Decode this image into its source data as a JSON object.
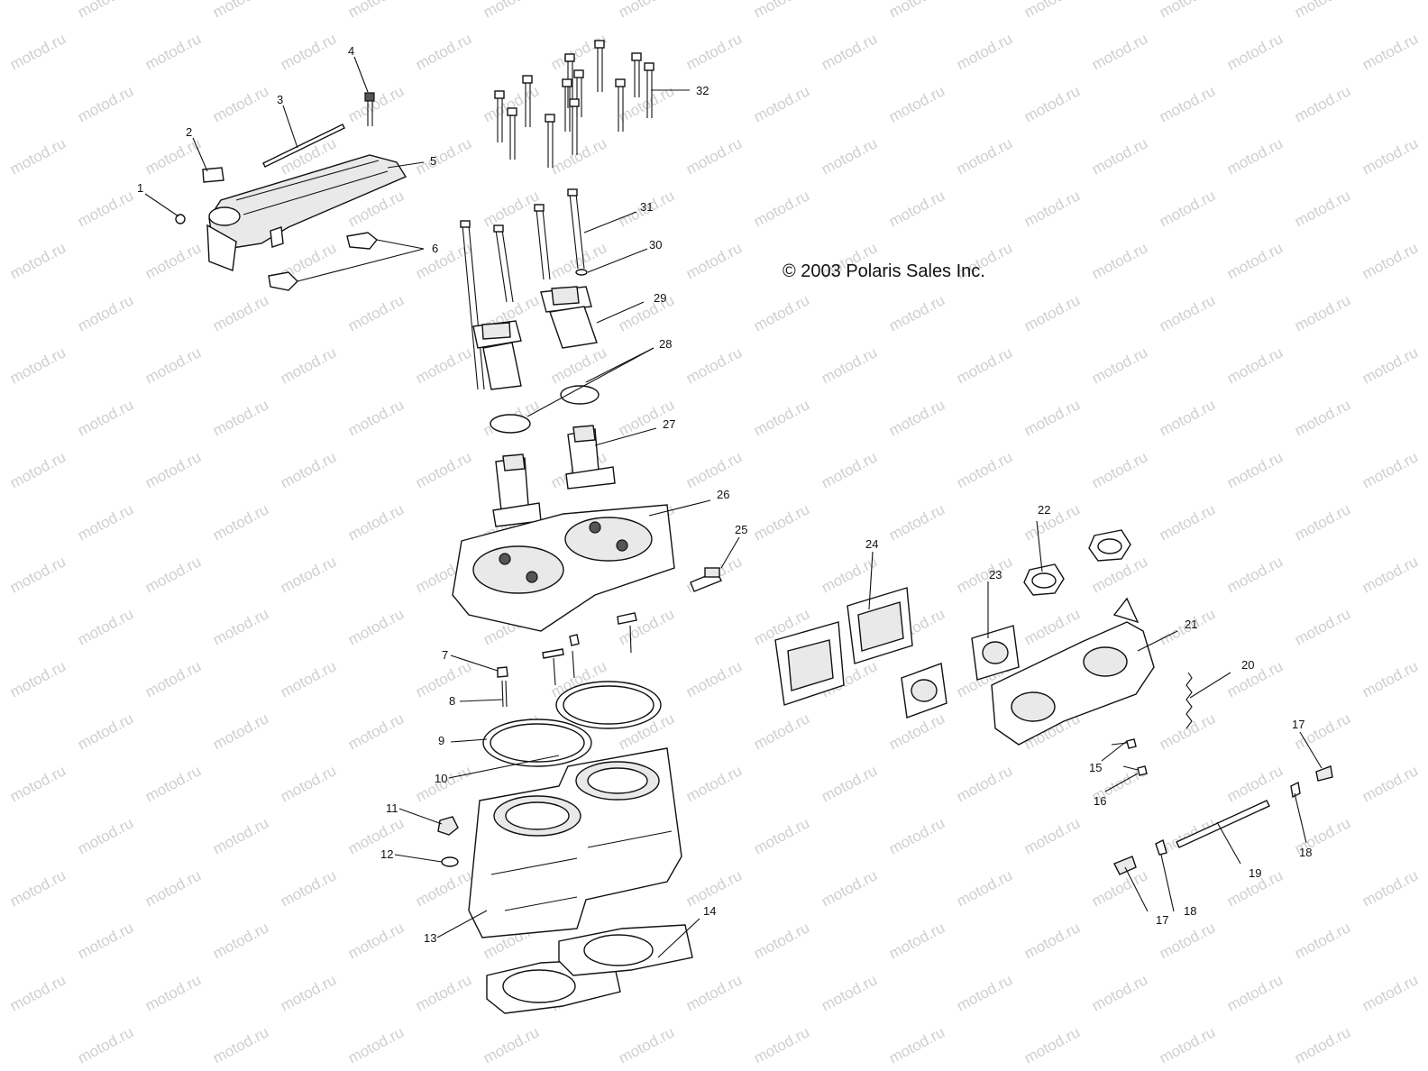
{
  "watermark": "motod.ru",
  "copyright": "© 2003 Polaris Sales Inc.",
  "callouts": {
    "c1": "1",
    "c2": "2",
    "c3": "3",
    "c4": "4",
    "c5": "5",
    "c6": "6",
    "c7": "7",
    "c8": "8",
    "c9": "9",
    "c10": "10",
    "c11": "11",
    "c12": "12",
    "c13": "13",
    "c14": "14",
    "c15": "15",
    "c16": "16",
    "c17a": "17",
    "c17b": "17",
    "c18a": "18",
    "c18b": "18",
    "c19": "19",
    "c20": "20",
    "c21": "21",
    "c22": "22",
    "c23": "23",
    "c24": "24",
    "c25": "25",
    "c26": "26",
    "c27": "27",
    "c28": "28",
    "c29": "29",
    "c30": "30",
    "c31": "31",
    "c32": "32"
  }
}
